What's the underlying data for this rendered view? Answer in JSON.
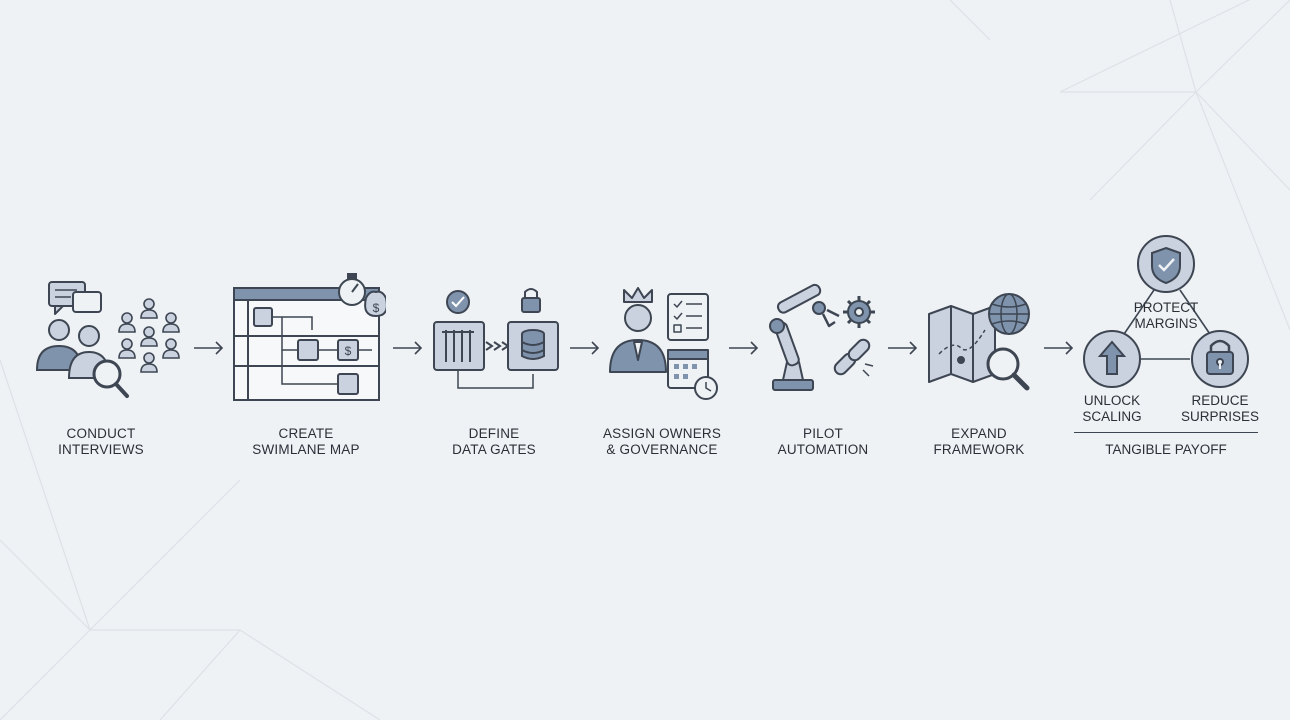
{
  "colors": {
    "background": "#eff2f5",
    "stroke": "#3d4652",
    "fill_accent": "#7f93ad",
    "fill_light": "#c9d2de"
  },
  "steps": [
    {
      "line1": "CONDUCT",
      "line2": "INTERVIEWS",
      "icon": "interviews-icon"
    },
    {
      "line1": "CREATE",
      "line2": "SWIMLANE MAP",
      "icon": "swimlane-map-icon"
    },
    {
      "line1": "DEFINE",
      "line2": "DATA GATES",
      "icon": "data-gates-icon"
    },
    {
      "line1": "ASSIGN OWNERS",
      "line2": "& GOVERNANCE",
      "icon": "owners-governance-icon"
    },
    {
      "line1": "PILOT",
      "line2": "AUTOMATION",
      "icon": "robot-arm-icon"
    },
    {
      "line1": "EXPAND",
      "line2": "FRAMEWORK",
      "icon": "map-magnifier-icon"
    }
  ],
  "payoff": {
    "title": "TANGIBLE PAYOFF",
    "protect": {
      "line1": "PROTECT",
      "line2": "MARGINS"
    },
    "unlock": {
      "line1": "UNLOCK",
      "line2": "SCALING"
    },
    "reduce": {
      "line1": "REDUCE",
      "line2": "SURPRISES"
    }
  }
}
